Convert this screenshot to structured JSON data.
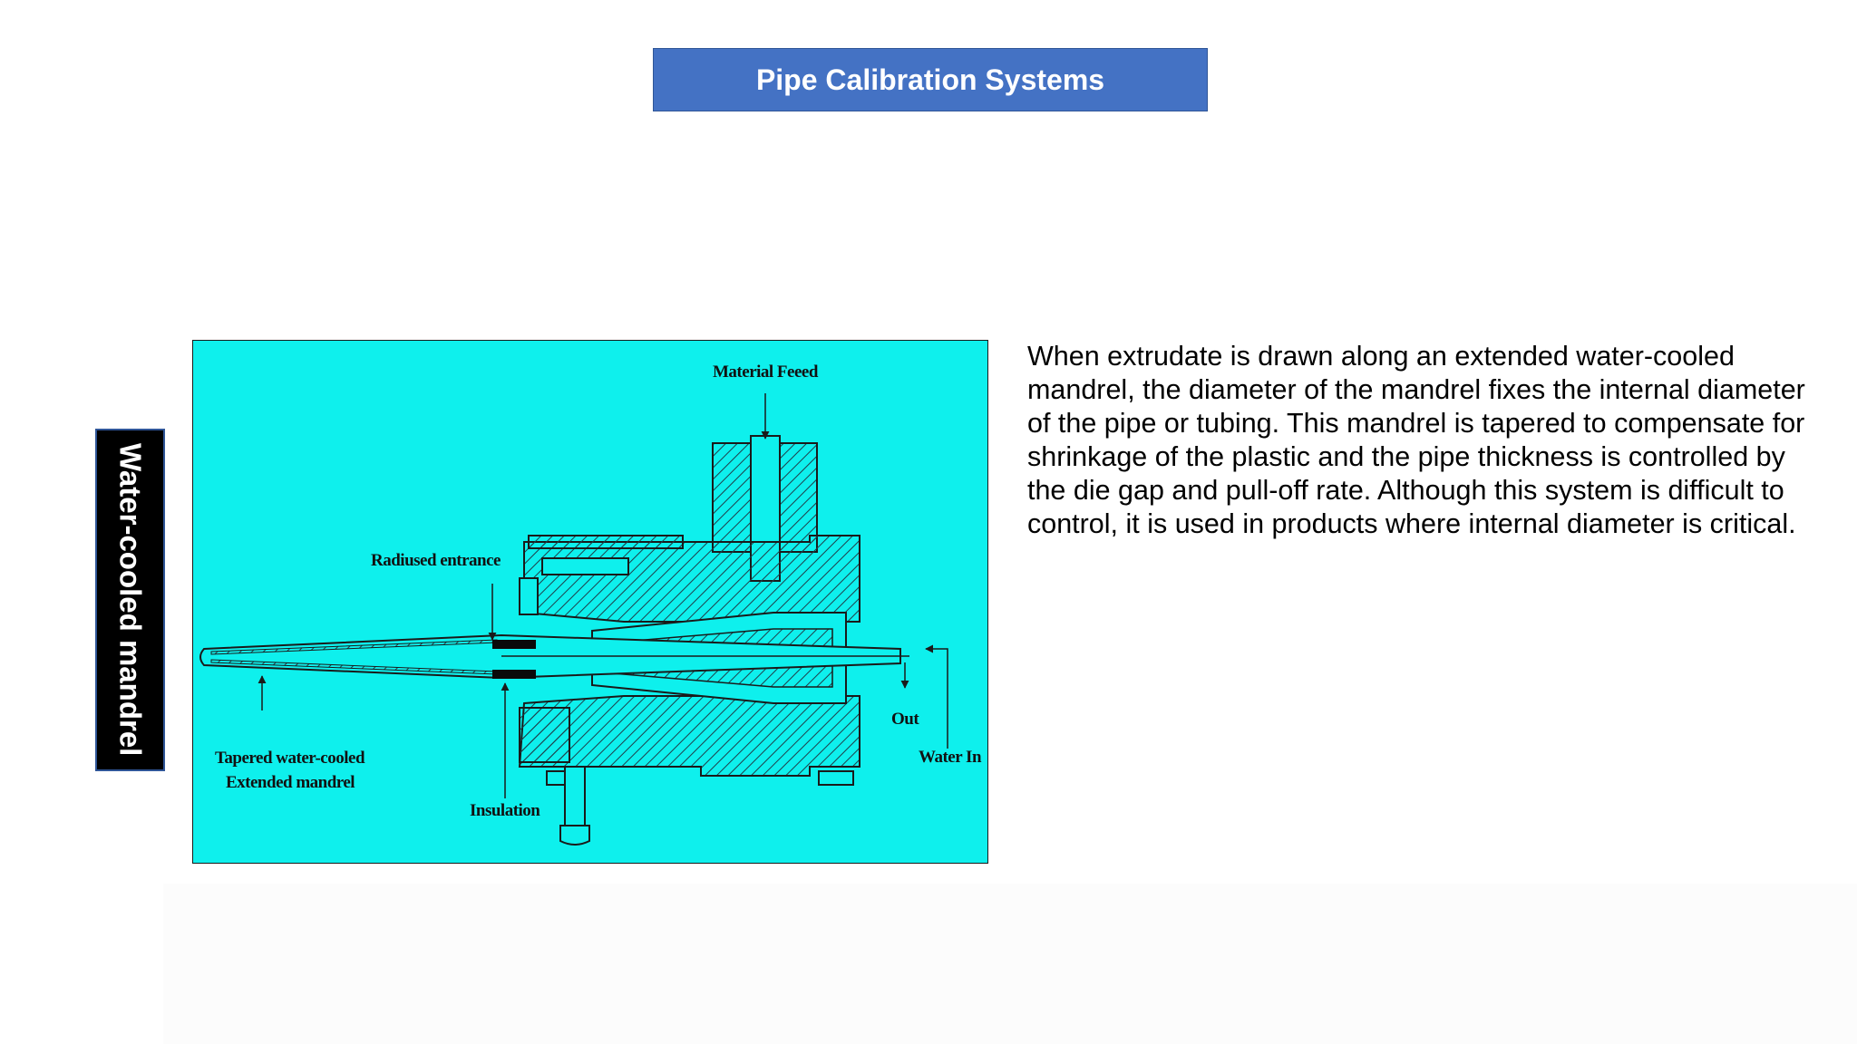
{
  "slide": {
    "title": "Pipe Calibration Systems",
    "side_label": "Water-cooled mandrel",
    "description": "When extrudate is drawn along an extended water-cooled mandrel, the diameter of the mandrel fixes the internal diameter of the pipe or tubing. This mandrel is tapered to compensate for shrinkage of the plastic and the pipe thickness is controlled by the die gap and pull-off rate. Although this system is difficult to control, it is used in products where internal diameter is critical."
  },
  "figure": {
    "background": "#0ef0ed",
    "labels": {
      "material_feed": "Material Feeed",
      "radiused_entrance": "Radiused entrance",
      "tapered_line1": "Tapered water-cooled",
      "tapered_line2": "Extended mandrel",
      "insulation": "Insulation",
      "out": "Out",
      "water_in": "Water In"
    }
  },
  "colors": {
    "title_bg": "#4472c4",
    "side_label_bg": "#000000",
    "text": "#000000"
  }
}
